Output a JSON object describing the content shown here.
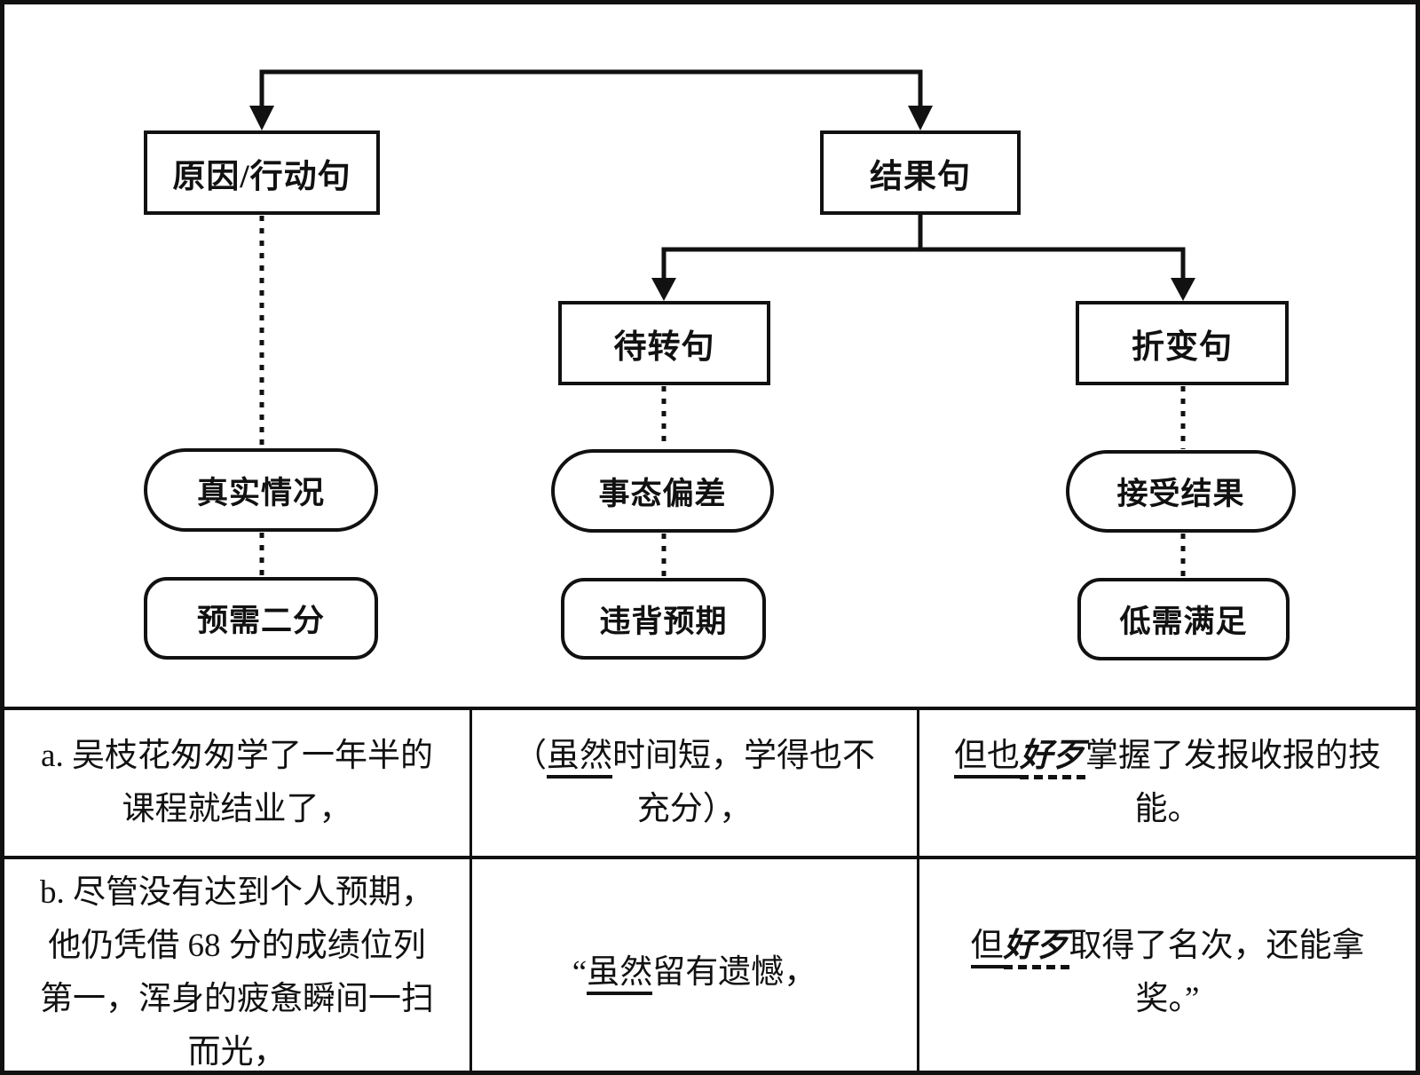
{
  "colors": {
    "ink": "#111111",
    "background": "#ffffff"
  },
  "diagram": {
    "nodes": {
      "reason_action": "原因/行动句",
      "result": "结果句",
      "pending_turn": "待转句",
      "turn_change": "折变句",
      "real_situation": "真实情况",
      "expect_need_split": "预需二分",
      "state_deviation": "事态偏差",
      "against_expectation": "违背预期",
      "accept_result": "接受结果",
      "low_need_satisfaction": "低需满足"
    }
  },
  "table": {
    "rows": [
      {
        "cells": [
          {
            "parts": [
              {
                "t": "a. 吴枝花匆匆学了一年半的\n课程就结业了，",
                "s": "p"
              }
            ]
          },
          {
            "parts": [
              {
                "t": "（",
                "s": "p"
              },
              {
                "t": "虽然",
                "s": "u"
              },
              {
                "t": "时间短，学得也不\n充分），",
                "s": "p"
              }
            ]
          },
          {
            "parts": [
              {
                "t": "但也",
                "s": "u"
              },
              {
                "t": "好歹",
                "s": "bd"
              },
              {
                "t": "掌握了发报收报的技\n能。",
                "s": "p"
              }
            ]
          }
        ]
      },
      {
        "cells": [
          {
            "parts": [
              {
                "t": "b. 尽管没有达到个人预期，\n他仍凭借 68 分的成绩位列\n第一，浑身的疲惫瞬间一扫\n而光，",
                "s": "p"
              }
            ]
          },
          {
            "parts": [
              {
                "t": "“",
                "s": "p"
              },
              {
                "t": "虽然",
                "s": "u"
              },
              {
                "t": "留有遗憾，",
                "s": "p"
              }
            ]
          },
          {
            "parts": [
              {
                "t": "但",
                "s": "u"
              },
              {
                "t": "好歹",
                "s": "bd"
              },
              {
                "t": "取得了名次，还能拿\n奖。”",
                "s": "p"
              }
            ]
          }
        ]
      }
    ]
  }
}
